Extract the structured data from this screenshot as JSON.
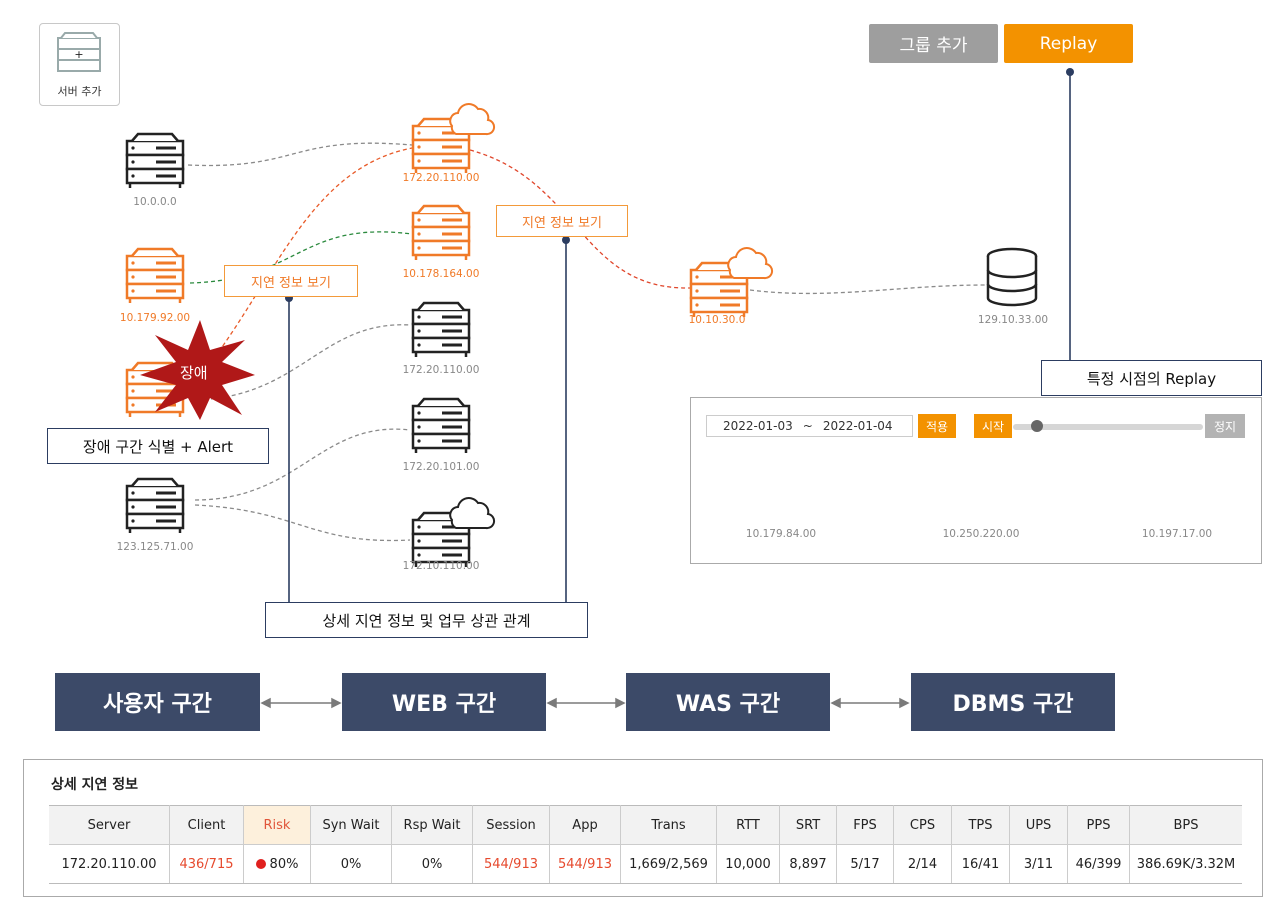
{
  "toolbar": {
    "add_server": "서버 추가",
    "group_add": "그룹 추가",
    "replay": "Replay"
  },
  "map": {
    "ips": [
      "10.0.0.0",
      "10.179.92.00",
      "123.125.71.00",
      "172.20.110.00",
      "10.178.164.00",
      "172.20.110.00",
      "172.20.101.00",
      "172.10.110.00",
      "10.10.30.0",
      "129.10.33.00"
    ],
    "fault_label": "장애",
    "delay_callout": "지연 정보 보기",
    "fault_note": "장애 구간 식별 + Alert",
    "detail_note": "상세 지연 정보 및 업무 상관 관계",
    "replay_note": "특정 시점의 Replay"
  },
  "replay_panel": {
    "date_from": "2022-01-03",
    "date_sep": "~",
    "date_to": "2022-01-04",
    "apply": "적용",
    "start": "시작",
    "stop": "정지",
    "progress": 0.1,
    "ips": [
      "10.179.84.00",
      "10.250.220.00",
      "10.197.17.00"
    ]
  },
  "segments": [
    "사용자 구간",
    "WEB 구간",
    "WAS 구간",
    "DBMS 구간"
  ],
  "table": {
    "title": "상세 지연 정보",
    "headers": [
      "Server",
      "Client",
      "Risk",
      "Syn Wait",
      "Rsp Wait",
      "Session",
      "App",
      "Trans",
      "RTT",
      "SRT",
      "FPS",
      "CPS",
      "TPS",
      "UPS",
      "PPS",
      "BPS"
    ],
    "row": [
      "172.20.110.00",
      "436/715",
      "80%",
      "0%",
      "0%",
      "544/913",
      "544/913",
      "1,669/2,569",
      "10,000",
      "8,897",
      "5/17",
      "2/14",
      "16/41",
      "3/11",
      "46/399",
      "386.69K/3.32M"
    ]
  },
  "colors": {
    "orange": "#f07a28",
    "navy": "#3c4a68",
    "gray_btn": "#9e9e9e",
    "accent_btn": "#f39200"
  }
}
